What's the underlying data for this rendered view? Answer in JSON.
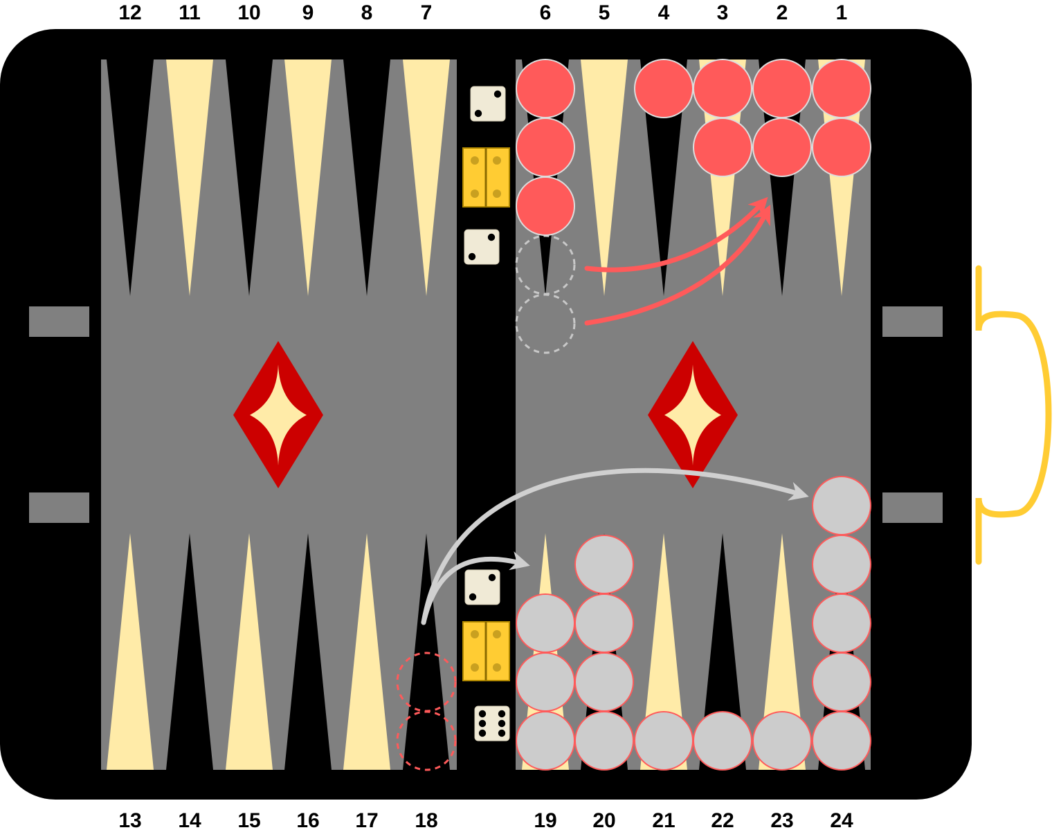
{
  "board": {
    "top_point_numbers": [
      "12",
      "11",
      "10",
      "9",
      "8",
      "7",
      "6",
      "5",
      "4",
      "3",
      "2",
      "1"
    ],
    "bottom_point_numbers": [
      "13",
      "14",
      "15",
      "16",
      "17",
      "18",
      "19",
      "20",
      "21",
      "22",
      "23",
      "24"
    ],
    "colors": {
      "frame": "#000000",
      "felt": "#808080",
      "point_light": "#ffeba8",
      "point_dark": "#000000",
      "diamond_outer": "#cc0000",
      "diamond_inner": "#ffeba8",
      "hinge": "#ffcc33",
      "handle": "#ffcc33",
      "die": "#f0ead6",
      "red_checker": "#ff5a5a",
      "white_checker": "#cccccc",
      "red_arrow": "#ff5a5a",
      "white_arrow": "#d0d0d0"
    }
  },
  "position": {
    "red_checkers": [
      {
        "point": "6",
        "count": 3
      },
      {
        "point": "4",
        "count": 1
      },
      {
        "point": "3",
        "count": 2
      },
      {
        "point": "2",
        "count": 2
      },
      {
        "point": "1",
        "count": 2
      }
    ],
    "white_checkers": [
      {
        "point": "19",
        "count": 3
      },
      {
        "point": "20",
        "count": 4
      },
      {
        "point": "21",
        "count": 1
      },
      {
        "point": "22",
        "count": 1
      },
      {
        "point": "23",
        "count": 1
      },
      {
        "point": "24",
        "count": 5
      }
    ],
    "red_moved_from": {
      "point": "6",
      "ghost_count": 2
    },
    "white_moved_from": {
      "point": "18",
      "ghost_count": 2
    },
    "red_moves": [
      {
        "from": "6",
        "to": "2"
      },
      {
        "from": "6",
        "to": "2"
      }
    ],
    "white_moves": [
      {
        "from": "18",
        "to": "19"
      },
      {
        "from": "18",
        "to": "24"
      }
    ]
  },
  "dice": {
    "top_pair": [
      2,
      2
    ],
    "bottom_pair": [
      2,
      6
    ]
  }
}
